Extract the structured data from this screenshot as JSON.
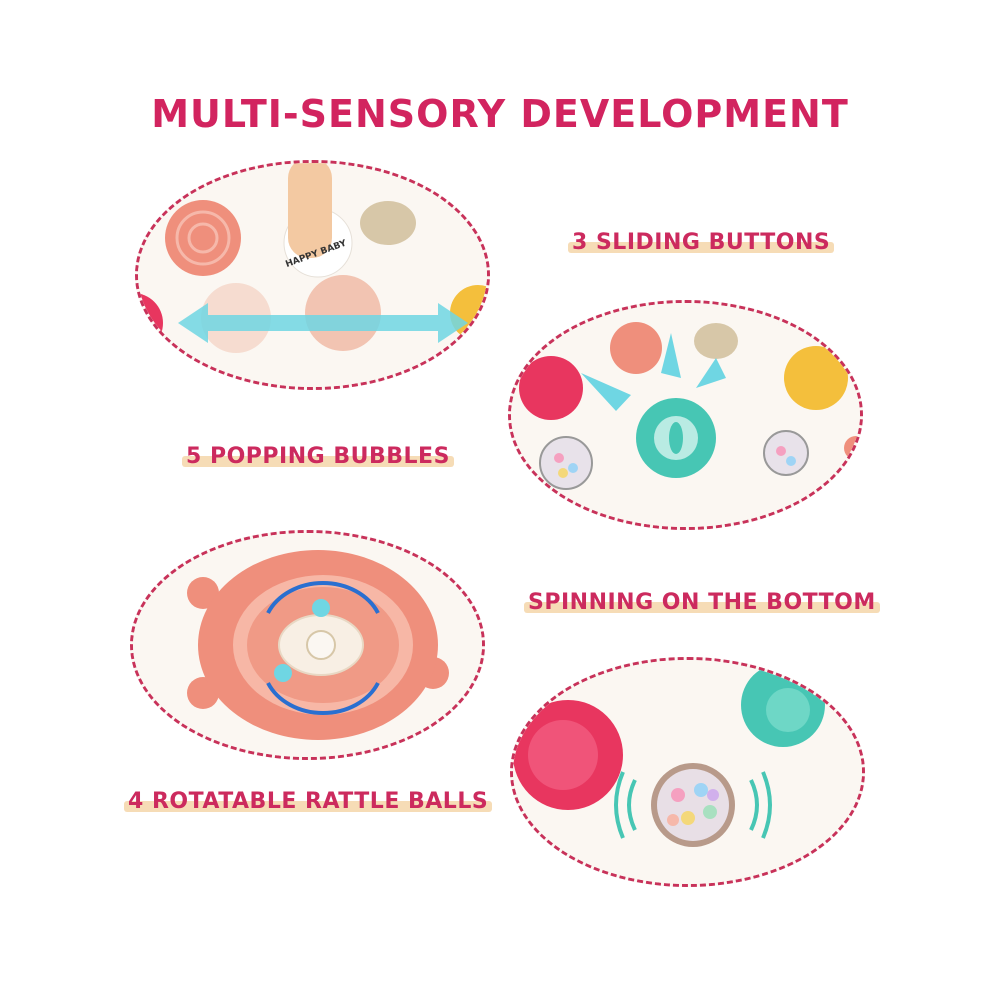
{
  "title": "MULTI-SENSORY DEVELOPMENT",
  "labels": {
    "sliding": "3 SLIDING BUTTONS",
    "popping": "5 POPPING BUBBLES",
    "spinning": "SPINNING ON THE BOTTOM",
    "rattle": "4 ROTATABLE RATTLE BALLS"
  },
  "brand_text": "HAPPY BABY",
  "colors": {
    "title": "#d2245f",
    "label_text": "#cc2a5e",
    "highlight": "#f6dcb6",
    "dashed_border": "#c8325a",
    "toy_white": "#fbf7f2",
    "coral": "#ef8f7c",
    "teal": "#47c6b4",
    "red": "#e8365f",
    "yellow": "#f4bf3c",
    "arrow_blue": "#6fd6e3"
  }
}
